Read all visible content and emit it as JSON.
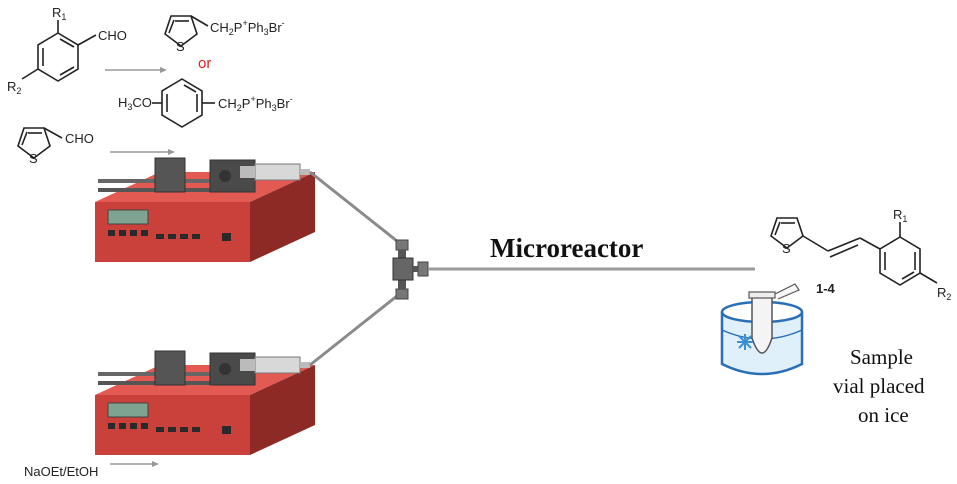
{
  "reagents": {
    "r1_label": "R",
    "r1_sub": "1",
    "r2_label": "R",
    "r2_sub": "2",
    "cho_top": "CHO",
    "phosphonium1_prefix": "CH",
    "phosphonium1_sub2": "2",
    "phosphonium1_P": "P",
    "phosphonium1_plus": "+",
    "phosphonium1_ph": "Ph",
    "phosphonium1_sub3": "3",
    "phosphonium1_br": "Br",
    "phosphonium1_minus": "-",
    "or_text": "or",
    "methoxy_h": "H",
    "methoxy_sub3": "3",
    "methoxy_co": "CO",
    "phosphonium2_prefix": "CH",
    "phosphonium2_sub2": "2",
    "phosphonium2_P": "P",
    "phosphonium2_plus": "+",
    "phosphonium2_ph": "Ph",
    "phosphonium2_sub3": "3",
    "phosphonium2_br": "Br",
    "phosphonium2_minus": "-",
    "thiophene_S": "S",
    "cho_thiophene": "CHO",
    "base": "NaOEt/EtOH"
  },
  "reactor_label": "Microreactor",
  "product": {
    "S": "S",
    "R1": "R",
    "R1_sub": "1",
    "R2": "R",
    "R2_sub": "2",
    "compound_label": "1-4"
  },
  "sample_note": [
    "Sample",
    "vial placed",
    "on ice"
  ],
  "colors": {
    "pump_red": "#c9413a",
    "pump_dark": "#8d2a25",
    "or_red": "#e02020",
    "ice_blue": "#3a8fd6"
  }
}
